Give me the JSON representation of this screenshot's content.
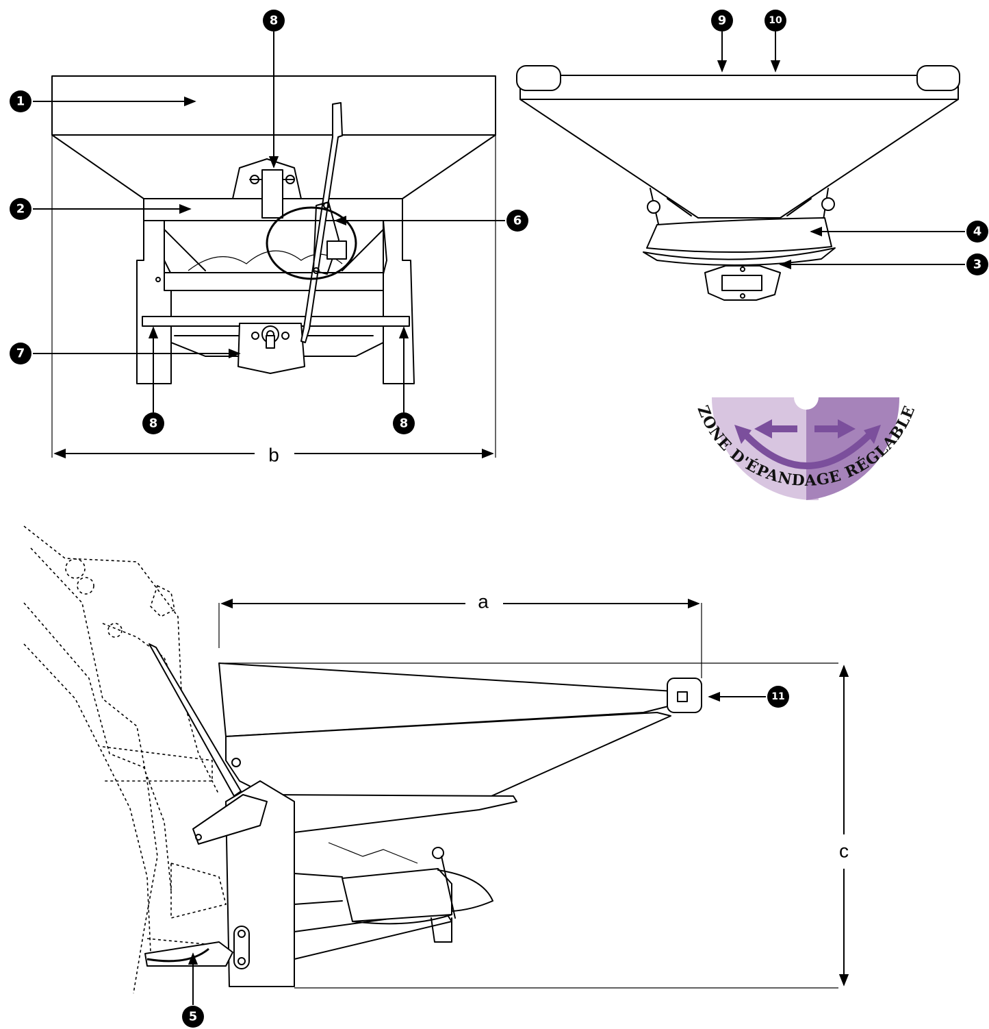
{
  "callouts": {
    "c1": "1",
    "c2": "2",
    "c3": "3",
    "c4": "4",
    "c5": "5",
    "c6": "6",
    "c7": "7",
    "c8": "8",
    "c9": "9",
    "c10": "10",
    "c11": "11"
  },
  "dimensions": {
    "a": "a",
    "b": "b",
    "c": "c"
  },
  "spread_zone": {
    "text": "ZONE D'ÉPANDAGE RÉGLABLE",
    "colors": {
      "left": "#d8c5e0",
      "right": "#a683ba",
      "arrow": "#7b4f9c"
    }
  },
  "colors": {
    "line": "#000000",
    "background": "#ffffff"
  }
}
